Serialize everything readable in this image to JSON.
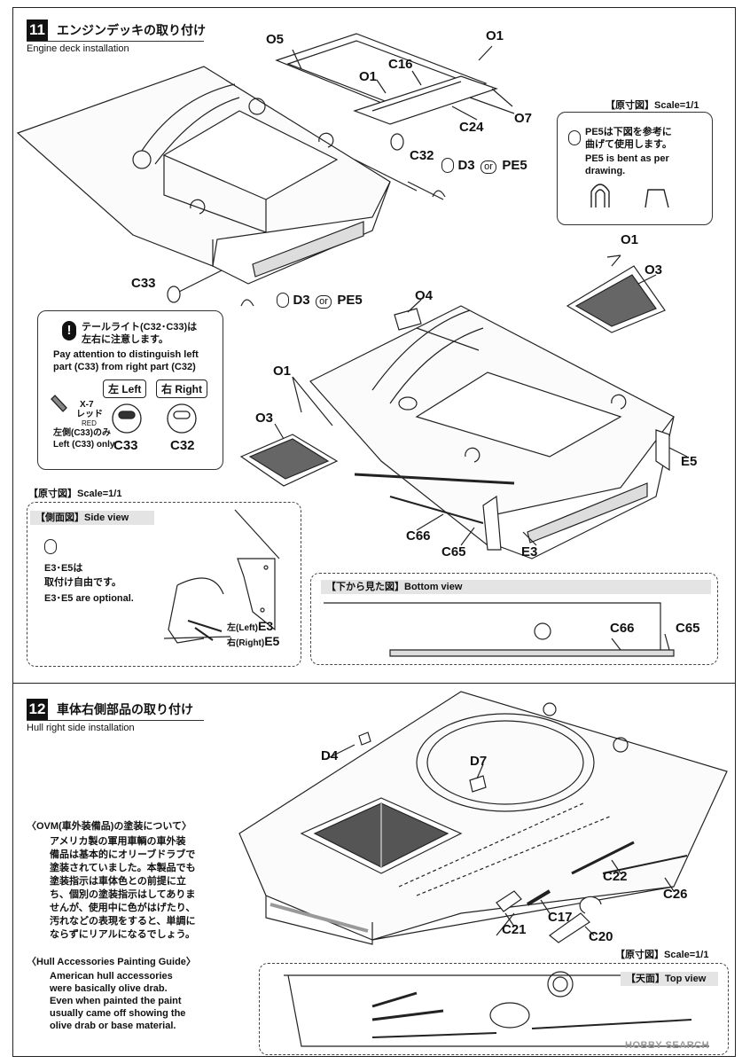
{
  "step11": {
    "number": "11",
    "title_jp": "エンジンデッキの取り付け",
    "title_en": "Engine deck installation",
    "parts": {
      "O5": "O5",
      "O1a": "O1",
      "O1b": "O1",
      "C16": "C16",
      "C24": "C24",
      "O7": "O7",
      "C32": "C32",
      "D3a": "D3",
      "PE5a": "PE5",
      "C33": "C33",
      "D3b": "D3",
      "PE5b": "PE5",
      "O1c": "O1",
      "O3a": "O3",
      "O4": "O4",
      "O1d": "O1",
      "O3b": "O3",
      "E5": "E5",
      "C66": "C66",
      "C65": "C65",
      "E3": "E3"
    },
    "or_label": "or",
    "scale_box": {
      "title": "【原寸図】Scale=1/1",
      "note_jp_1": "PE5は下図を参考に",
      "note_jp_2": "曲げて使用します。",
      "note_en_1": "PE5 is bent as per",
      "note_en_2": "drawing."
    },
    "taillight_box": {
      "jp_1": "テールライト(C32･C33)は",
      "jp_2": "左右に注意します。",
      "en_1": "Pay attention to distinguish left",
      "en_2": "part (C33) from right part (C32)",
      "left_label": "左 Left",
      "right_label": "右 Right",
      "paint_code": "X-7",
      "paint_jp": "レッド",
      "paint_en": "RED",
      "only_jp": "左側(C33)のみ",
      "only_en": "Left (C33) only",
      "c33": "C33",
      "c32": "C32"
    },
    "side_view": {
      "scale": "【原寸図】Scale=1/1",
      "header": "【側面図】Side view",
      "jp_1": "E3･E5は",
      "jp_2": "取付け自由です。",
      "en": "E3･E5 are optional.",
      "left_prefix": "左(Left)",
      "left_part": "E3",
      "right_prefix": "右(Right)",
      "right_part": "E5"
    },
    "bottom_view": {
      "header": "【下から見た図】Bottom view",
      "c66": "C66",
      "c65": "C65"
    }
  },
  "step12": {
    "number": "12",
    "title_jp": "車体右側部品の取り付け",
    "title_en": "Hull right side installation",
    "parts": {
      "D4": "D4",
      "D7": "D7",
      "C22": "C22",
      "C26": "C26",
      "C17": "C17",
      "C21": "C21",
      "C20": "C20"
    },
    "ovm": {
      "head_jp": "〈OVM(車外装備品)の塗装について〉",
      "jp_lines": [
        "アメリカ製の軍用車輌の車外装",
        "備品は基本的にオリーブドラブで",
        "塗装されていました。本製品でも",
        "塗装指示は車体色との前提に立",
        "ち、個別の塗装指示はしてありま",
        "せんが、使用中に色がはげたり、",
        "汚れなどの表現をすると、単調に",
        "ならずにリアルになるでしょう。"
      ],
      "head_en": "〈Hull Accessories Painting Guide〉",
      "en_lines": [
        "American hull accessories",
        "were basically olive drab.",
        "Even when painted the paint",
        "usually came off showing the",
        "olive drab or base material."
      ]
    },
    "scale": "【原寸図】Scale=1/1",
    "top_view": "【天面】Top view"
  },
  "watermark": "HOBBY SEARCH"
}
